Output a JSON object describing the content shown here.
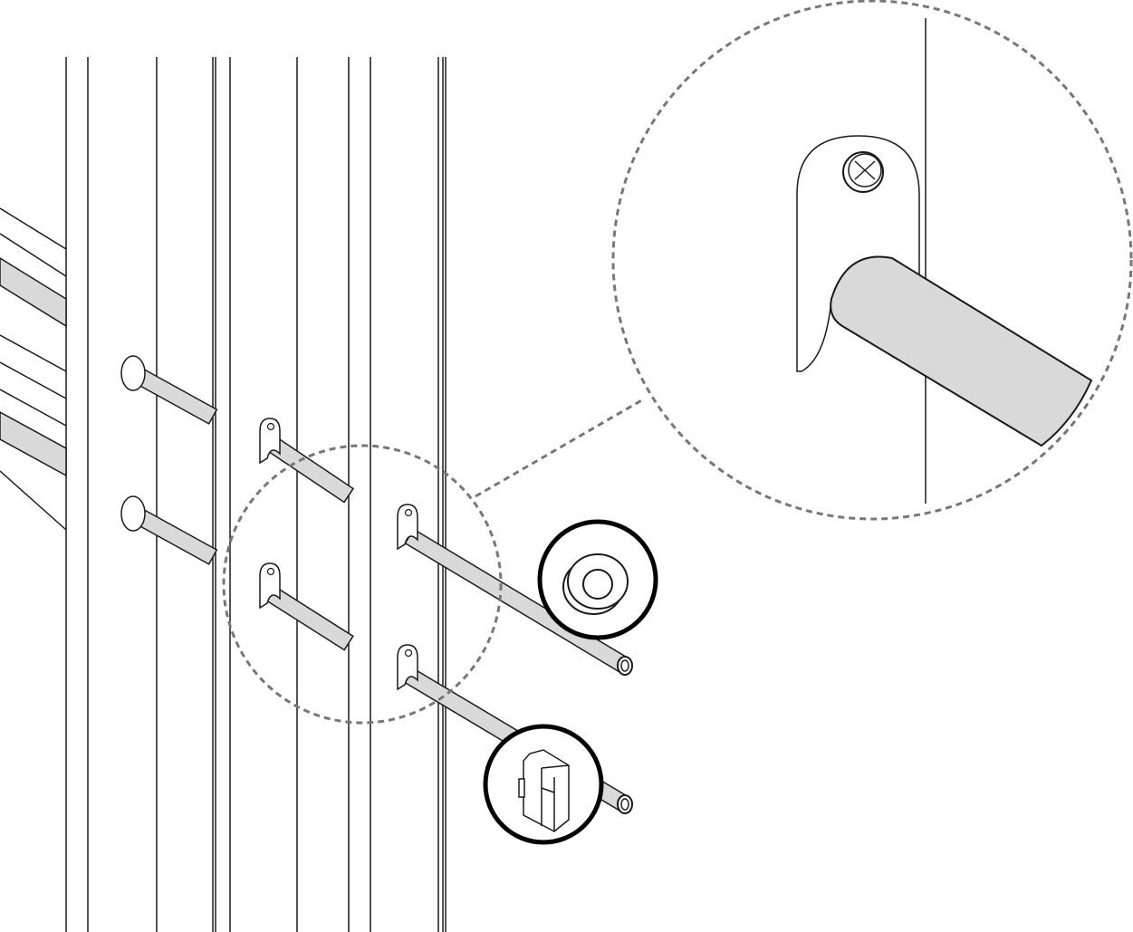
{
  "diagram": {
    "type": "assembly-instruction",
    "colors": {
      "line": "#1a1a1a",
      "rod_fill": "#d9d9d9",
      "callout_dash": "#777777",
      "background": "#ffffff"
    },
    "parts": {
      "rods": 6,
      "wall_brackets": 4,
      "callouts": [
        "bracket-screw-detail",
        "ring-spacer",
        "end-clip"
      ]
    }
  }
}
